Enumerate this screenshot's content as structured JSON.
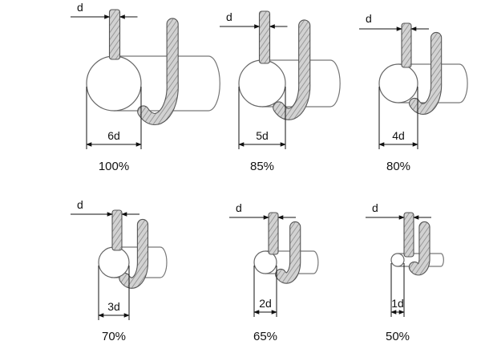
{
  "figures": [
    {
      "bar_label": "d",
      "mandrel_label": "6d",
      "percent": "100%"
    },
    {
      "bar_label": "d",
      "mandrel_label": "5d",
      "percent": "85%"
    },
    {
      "bar_label": "d",
      "mandrel_label": "4d",
      "percent": "80%"
    },
    {
      "bar_label": "d",
      "mandrel_label": "3d",
      "percent": "70%"
    },
    {
      "bar_label": "d",
      "mandrel_label": "2d",
      "percent": "65%"
    },
    {
      "bar_label": "d",
      "mandrel_label": "1d",
      "percent": "50%"
    }
  ]
}
